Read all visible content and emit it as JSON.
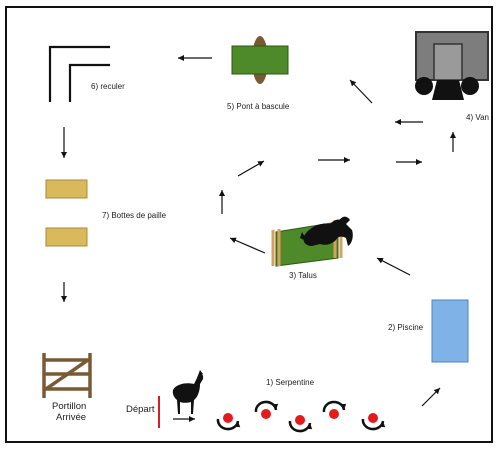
{
  "course": {
    "stations": [
      {
        "id": "start",
        "label": "Départ"
      },
      {
        "id": "serpentine",
        "label": "1) Serpentine"
      },
      {
        "id": "pool",
        "label": "2) Piscine"
      },
      {
        "id": "bank",
        "label": "3) Talus"
      },
      {
        "id": "trailer",
        "label": "4) Van"
      },
      {
        "id": "bridge",
        "label": "5) Pont à bascule"
      },
      {
        "id": "backup",
        "label": "6) reculer"
      },
      {
        "id": "straw",
        "label": "7) Bottes de paille"
      }
    ],
    "finish_gate": {
      "line1": "Portillon",
      "line2": "Arrivée"
    }
  },
  "colors": {
    "grass": "#4f8a2a",
    "straw": "#d9b95b",
    "wood": "#7a5a36",
    "pool": "#7fb2e6",
    "trailer": "#7d7d7d",
    "start_line": "#d62020",
    "serpentine_dot": "#e31b1b"
  },
  "icons": [
    "horse-icon",
    "jumping-horse-icon",
    "arrow-icon",
    "gate-icon",
    "trailer-icon"
  ]
}
